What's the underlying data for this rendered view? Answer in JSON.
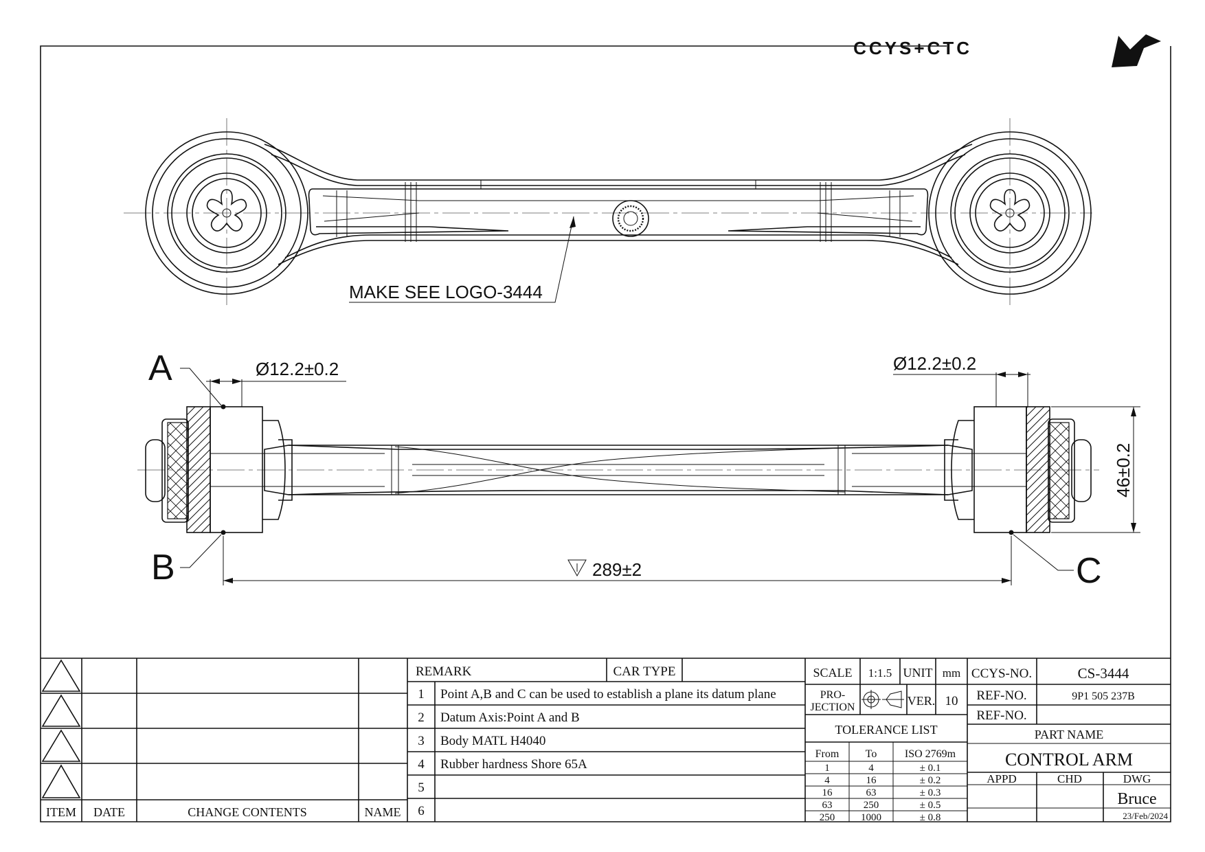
{
  "logo": {
    "text": "CCYS+CTC"
  },
  "top_view": {
    "callout": "MAKE SEE LOGO-3444"
  },
  "side_view": {
    "point_a": "A",
    "point_b": "B",
    "point_c": "C",
    "dim_left_dia": "Ø12.2±0.2",
    "dim_right_dia": "Ø12.2±0.2",
    "dim_height": "46±0.2",
    "dim_length": "289±2"
  },
  "revision_table": {
    "headers": [
      "ITEM",
      "DATE",
      "CHANGE CONTENTS",
      "NAME"
    ],
    "rows": 4
  },
  "remark_table": {
    "remark_label": "REMARK",
    "car_type_label": "CAR TYPE",
    "car_type_value": "",
    "rows": [
      {
        "num": "1",
        "text": "Point A,B and C can be used to establish a plane its datum plane"
      },
      {
        "num": "2",
        "text": "Datum Axis:Point A and B"
      },
      {
        "num": "3",
        "text": "Body MATL H4040"
      },
      {
        "num": "4",
        "text": "Rubber hardness Shore 65A"
      },
      {
        "num": "5",
        "text": ""
      },
      {
        "num": "6",
        "text": ""
      }
    ]
  },
  "spec_table": {
    "scale_label": "SCALE",
    "scale_value": "1:1.5",
    "unit_label": "UNIT",
    "unit_value": "mm",
    "projection_label_1": "PRO-",
    "projection_label_2": "JECTION",
    "ver_label": "VER.",
    "ver_value": "10",
    "tolerance_title": "TOLERANCE LIST",
    "tolerance_headers": [
      "From",
      "To",
      "ISO 2769m"
    ],
    "tolerance_rows": [
      [
        "1",
        "4",
        "± 0.1"
      ],
      [
        "4",
        "16",
        "± 0.2"
      ],
      [
        "16",
        "63",
        "± 0.3"
      ],
      [
        "63",
        "250",
        "± 0.5"
      ],
      [
        "250",
        "1000",
        "± 0.8"
      ]
    ]
  },
  "id_table": {
    "ccys_no_label": "CCYS-NO.",
    "ccys_no_value": "CS-3444",
    "ref_no_label_1": "REF-NO.",
    "ref_no_value_1": "9P1 505 237B",
    "ref_no_label_2": "REF-NO.",
    "ref_no_value_2": "",
    "part_name_label": "PART NAME",
    "part_name_value": "CONTROL ARM",
    "appd_label": "APPD",
    "chd_label": "CHD",
    "dwg_label": "DWG",
    "dwg_name": "Bruce",
    "dwg_date": "23/Feb/2024"
  }
}
